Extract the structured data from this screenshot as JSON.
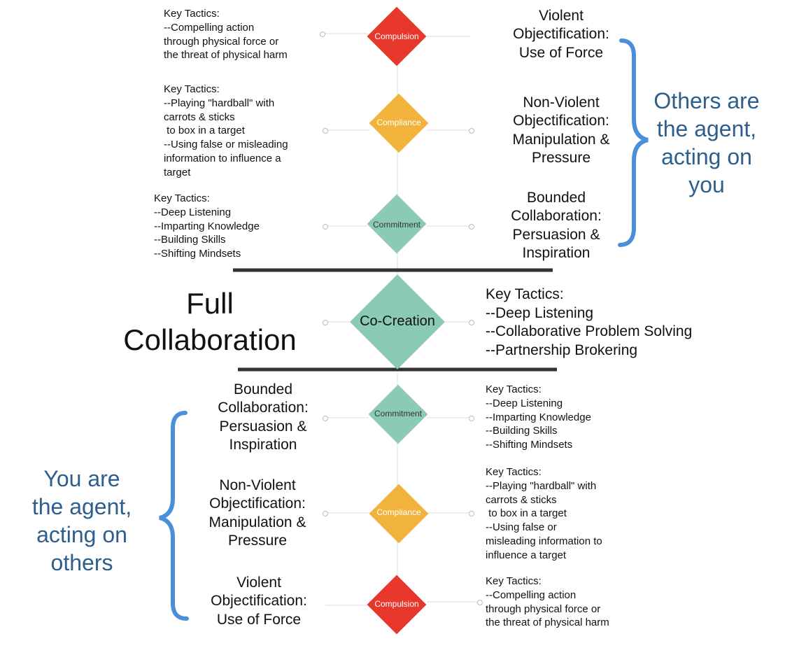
{
  "colors": {
    "compulsion": "#e8382b",
    "compliance": "#f2b33d",
    "commitment": "#8ccbb3",
    "cocreation": "#8ccbb3",
    "brace": "#4a90d9",
    "agent_text": "#2e5e8c",
    "divider": "#333333"
  },
  "top": {
    "compulsion": {
      "label": "Compulsion",
      "title": "Violent\nObjectification:\nUse of Force",
      "tactics": "Key Tactics:\n--Compelling action\nthrough physical force or\nthe threat of physical harm"
    },
    "compliance": {
      "label": "Compliance",
      "title": "Non-Violent\nObjectification:\nManipulation &\nPressure",
      "tactics": "Key Tactics:\n--Playing \"hardball\" with\ncarrots & sticks\n to box in a target\n--Using false or misleading\ninformation to influence a\ntarget"
    },
    "commitment": {
      "label": "Commitment",
      "title": "Bounded\nCollaboration:\nPersuasion &\nInspiration",
      "tactics": "Key Tactics:\n--Deep Listening\n--Imparting Knowledge\n--Building Skills\n--Shifting Mindsets"
    },
    "agent_text": "Others are\nthe agent,\nacting on\nyou"
  },
  "middle": {
    "title": "Full\nCollaboration",
    "label": "Co-Creation",
    "tactics": "Key Tactics:\n--Deep Listening\n--Collaborative Problem Solving\n--Partnership Brokering"
  },
  "bottom": {
    "commitment": {
      "label": "Commitment",
      "title": "Bounded\nCollaboration:\nPersuasion &\nInspiration",
      "tactics": "Key Tactics:\n--Deep Listening\n--Imparting Knowledge\n--Building Skills\n--Shifting Mindsets"
    },
    "compliance": {
      "label": "Compliance",
      "title": "Non-Violent\nObjectification:\nManipulation &\nPressure",
      "tactics": "Key Tactics:\n--Playing \"hardball\" with\ncarrots & sticks\n to box in a target\n--Using false or\nmisleading information to\ninfluence a target"
    },
    "compulsion": {
      "label": "Compulsion",
      "title": "Violent\nObjectification:\nUse of Force",
      "tactics": "Key Tactics:\n--Compelling action\nthrough physical force or\nthe threat of physical harm"
    },
    "agent_text": "You are\nthe agent,\nacting on\nothers"
  }
}
